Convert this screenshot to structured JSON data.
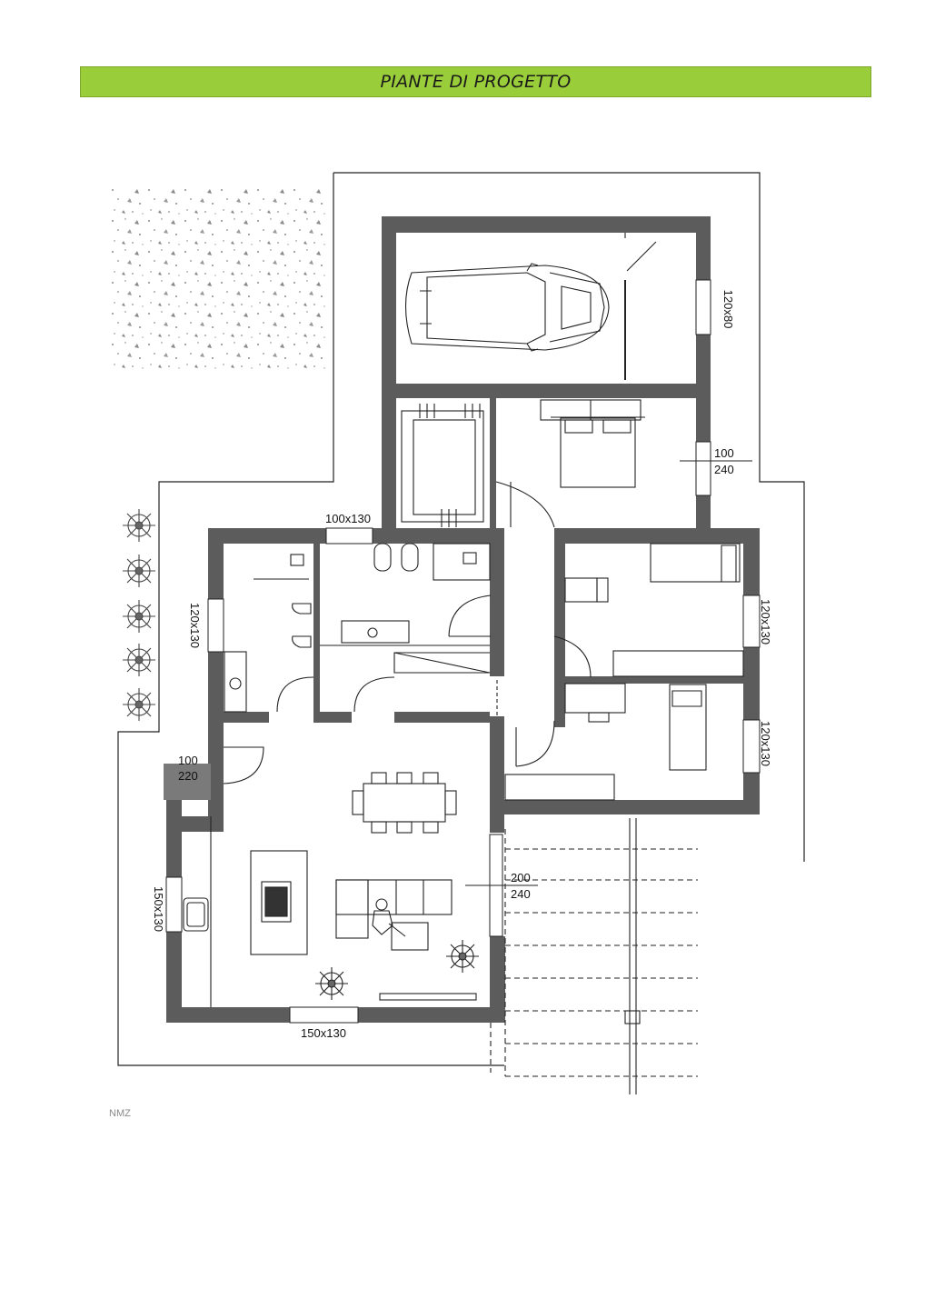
{
  "header": {
    "title": "PIANTE DI PROGETTO"
  },
  "openings": {
    "garage_window": "120x80",
    "bedroom_master_door_w": "100",
    "bedroom_master_door_h": "240",
    "bathroom_window": "100x130",
    "laundry_window": "120x130",
    "bedroom2_window": "120x130",
    "bedroom3_window": "120x130",
    "entry_door_w": "100",
    "entry_door_h": "220",
    "kitchen_window": "150x130",
    "living_door_w": "200",
    "living_door_h": "240",
    "living_window": "150x130"
  },
  "logo": {
    "text": "NMZ"
  },
  "colors": {
    "title_bar": "#9ACD3A",
    "wall": "#5c5c5c",
    "line": "#222222"
  }
}
